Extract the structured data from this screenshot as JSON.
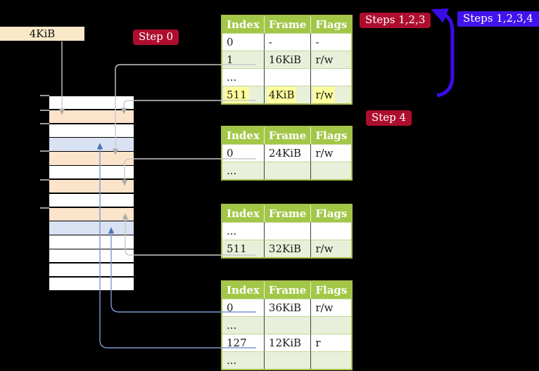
{
  "labels": {
    "page_size": "4KiB",
    "step0": "Step 0",
    "steps123": "Steps 1,2,3",
    "steps1234": "Steps 1,2,3,4",
    "step4": "Step 4"
  },
  "memory_column": {
    "rows": [
      "white",
      "peach",
      "white",
      "blue",
      "peach",
      "white",
      "peach",
      "white",
      "peach",
      "blue",
      "white",
      "white",
      "white",
      "white"
    ]
  },
  "tables": [
    {
      "headers": [
        "Index",
        "Frame",
        "Flags"
      ],
      "rows": [
        {
          "index": "0",
          "frame": "-",
          "flags": "-",
          "highlight": false
        },
        {
          "index": "1",
          "frame": "16KiB",
          "flags": "r/w",
          "highlight": false
        },
        {
          "index": "...",
          "frame": "",
          "flags": "",
          "highlight": false
        },
        {
          "index": "511",
          "frame": "4KiB",
          "flags": "r/w",
          "highlight": true
        }
      ]
    },
    {
      "headers": [
        "Index",
        "Frame",
        "Flags"
      ],
      "rows": [
        {
          "index": "0",
          "frame": "24KiB",
          "flags": "r/w",
          "highlight": false
        },
        {
          "index": "...",
          "frame": "",
          "flags": "",
          "highlight": false
        }
      ]
    },
    {
      "headers": [
        "Index",
        "Frame",
        "Flags"
      ],
      "rows": [
        {
          "index": "...",
          "frame": "",
          "flags": "",
          "highlight": false
        },
        {
          "index": "511",
          "frame": "32KiB",
          "flags": "r/w",
          "highlight": false
        }
      ]
    },
    {
      "headers": [
        "Index",
        "Frame",
        "Flags"
      ],
      "rows": [
        {
          "index": "0",
          "frame": "36KiB",
          "flags": "r/w",
          "highlight": false
        },
        {
          "index": "...",
          "frame": "",
          "flags": "",
          "highlight": false
        },
        {
          "index": "127",
          "frame": "12KiB",
          "flags": "r",
          "highlight": false
        },
        {
          "index": "...",
          "frame": "",
          "flags": "",
          "highlight": false
        }
      ]
    }
  ],
  "colors": {
    "label_bg_cream": "#F9E9C8",
    "step_badge_red": "#AE0E2E",
    "steps_badge_blue": "#4113ED",
    "table_header_green": "#A2C747",
    "table_row_alt_green": "#E9F0D9",
    "highlight_yellow": "#FFFF9C",
    "mem_white": "#FFFFFF",
    "mem_peach": "#FCE4CB",
    "mem_blue": "#D9E2F3",
    "connector_gray": "#C9C9C9",
    "connector_blue": "#7C99CE",
    "big_arrow_blue": "#3A0CE8"
  }
}
